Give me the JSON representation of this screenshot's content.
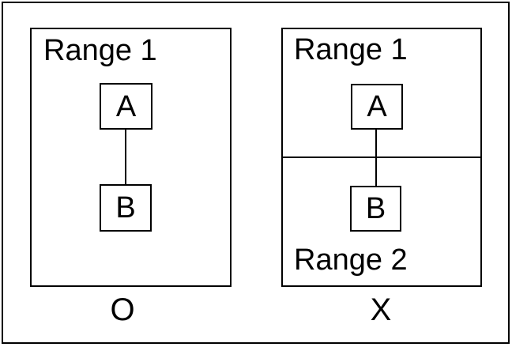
{
  "colors": {
    "ink": "#000000",
    "paper": "#ffffff"
  },
  "figure": {
    "left": {
      "range1_label": "Range 1",
      "node_a": "A",
      "node_b": "B",
      "caption": "O"
    },
    "right": {
      "range1_label": "Range 1",
      "range2_label": "Range 2",
      "node_a": "A",
      "node_b": "B",
      "caption": "X"
    }
  }
}
